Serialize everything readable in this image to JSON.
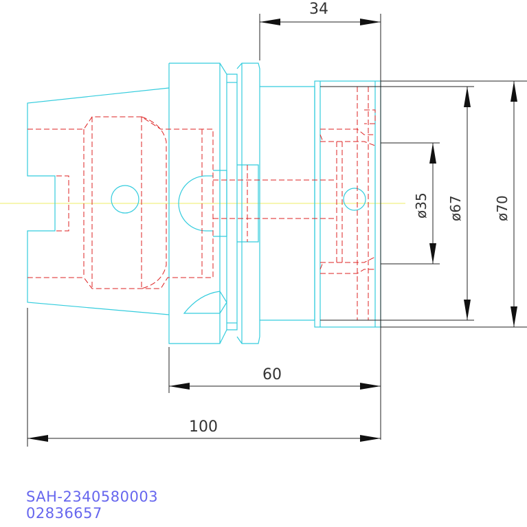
{
  "dimensions": {
    "top_length": "34",
    "shank_length": "60",
    "total_length": "100",
    "dia_inner": "ø35",
    "dia_mid": "ø67",
    "dia_outer": "ø70"
  },
  "part_code": "SAH-2340580003",
  "part_number": "02836657",
  "colors": {
    "outline": "#33ccdd",
    "hidden_lines": "#dd2222",
    "dimension_lines": "#222222",
    "center_line": "#eeee66",
    "code_text": "#6666ee"
  }
}
